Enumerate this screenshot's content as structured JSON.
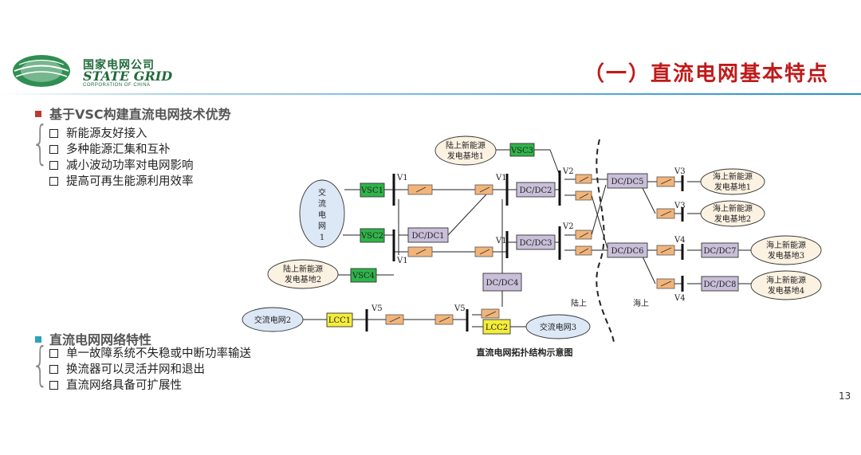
{
  "logo": {
    "cn": "国家电网公司",
    "en": "STATE GRID",
    "sub": "CORPORATION OF CHINA"
  },
  "title": "（一）直流电网基本特点",
  "sections": [
    {
      "heading": "基于VSC构建直流电网技术优势",
      "color": "#c0392b",
      "items": [
        "新能源友好接入",
        "多种能源汇集和互补",
        "减小波动功率对电网影响",
        "提高可再生能源利用效率"
      ]
    },
    {
      "heading": "直流电网网络特性",
      "color": "#2aa3b8",
      "items": [
        "单一故障系统不失稳或中断功率输送",
        "换流器可以灵活并网和退出",
        "直流网络具备可扩展性"
      ]
    }
  ],
  "diagram": {
    "caption": "直流电网拓扑结构示意图",
    "colors": {
      "vsc": "#2fb44a",
      "dcdc": "#c9bfd9",
      "lcc": "#f4ee3a",
      "breaker": "#f2b47a",
      "ellipse": "#fbf2e2",
      "ac_ellipse": "#dde8f6"
    },
    "converters": {
      "vsc1": "VSC1",
      "vsc2": "VSC2",
      "vsc3": "VSC3",
      "vsc4": "VSC4",
      "dcdc1": "DC/DC1",
      "dcdc2": "DC/DC2",
      "dcdc3": "DC/DC3",
      "dcdc4": "DC/DC4",
      "dcdc5": "DC/DC5",
      "dcdc6": "DC/DC6",
      "dcdc7": "DC/DC7",
      "dcdc8": "DC/DC8",
      "lcc1": "LCC1",
      "lcc2": "LCC2"
    },
    "ac_grid1": [
      "交",
      "流",
      "电",
      "网",
      "1"
    ],
    "ac_grid2": "交流电网2",
    "ac_grid3": "交流电网3",
    "land_base1": [
      "陆上新能源",
      "发电基地1"
    ],
    "land_base2": [
      "陆上新能源",
      "发电基地2"
    ],
    "sea_base1": [
      "海上新能源",
      "发电基地1"
    ],
    "sea_base2": [
      "海上新能源",
      "发电基地2"
    ],
    "sea_base3": [
      "海上新能源",
      "发电基地3"
    ],
    "sea_base4": [
      "海上新能源",
      "发电基地4"
    ],
    "bus_labels": {
      "v1": "V1",
      "v2": "V2",
      "v3": "V3",
      "v4": "V4",
      "v5": "V5"
    },
    "region_land": "陆上",
    "region_sea": "海上"
  },
  "page_number": "13"
}
